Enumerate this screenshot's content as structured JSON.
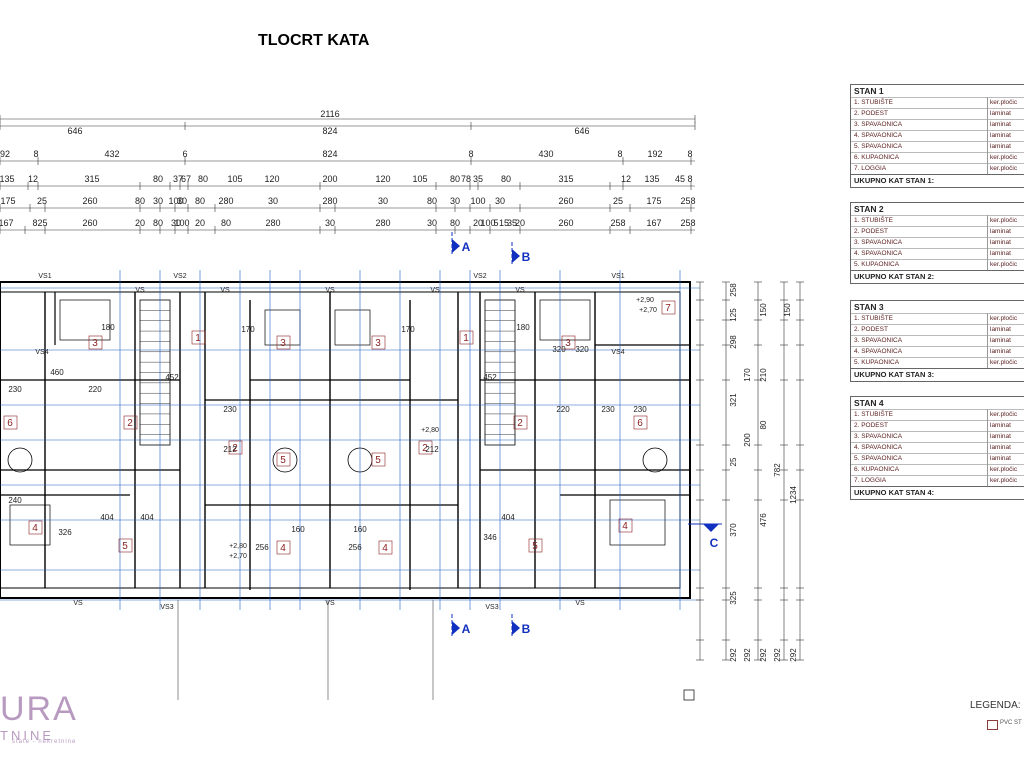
{
  "title": "TLOCRT KATA",
  "dims": {
    "total": "2116",
    "row1": [
      "646",
      "824",
      "646"
    ],
    "row2": [
      "92",
      "8",
      "432",
      "6",
      "824",
      "8",
      "430",
      "8",
      "192",
      "8"
    ],
    "row3": [
      "135",
      "12",
      "315",
      "80",
      "37",
      "67",
      "80",
      "105",
      "120",
      "200",
      "120",
      "105",
      "80",
      "78",
      "35",
      "80",
      "315",
      "12",
      "135",
      "45",
      "8"
    ],
    "row4": [
      "175",
      "25",
      "260",
      "80",
      "30",
      "100",
      "30",
      "80",
      "280",
      "30",
      "280",
      "30",
      "80",
      "30",
      "100",
      "30",
      "260",
      "25",
      "175",
      "258"
    ],
    "row5": [
      "167",
      "825",
      "260",
      "20",
      "80",
      "30",
      "100",
      "20",
      "80",
      "280",
      "30",
      "280",
      "30",
      "80",
      "20",
      "100",
      "5",
      "15",
      "35",
      "20",
      "260",
      "258",
      "167",
      "258"
    ],
    "right": [
      "258",
      "150",
      "150",
      "125",
      "298",
      "170",
      "210",
      "321",
      "80",
      "200",
      "25",
      "782",
      "476",
      "1234",
      "370",
      "325",
      "292",
      "292",
      "292",
      "292",
      "292"
    ]
  },
  "section_marks": [
    "A",
    "B",
    "A",
    "B",
    "C"
  ],
  "plan_labels": {
    "vs": [
      "VS1",
      "VS2",
      "VS2",
      "VS1",
      "VS",
      "VS",
      "VS",
      "VS",
      "VS",
      "VS4",
      "VS4",
      "VS3",
      "VS3",
      "VS",
      "VS",
      "VS"
    ],
    "rooms": [
      "1",
      "2",
      "3",
      "4",
      "5",
      "6",
      "7"
    ],
    "levels": [
      "+2,90",
      "+2,70",
      "+2,80",
      "+2,70",
      "+2,80"
    ],
    "measures": [
      "460",
      "230",
      "220",
      "230",
      "230",
      "240",
      "160",
      "160",
      "170",
      "170",
      "212",
      "212",
      "404",
      "404",
      "326",
      "256",
      "256",
      "346",
      "404",
      "180",
      "180",
      "320",
      "320",
      "452",
      "452",
      "220",
      "230"
    ]
  },
  "stan_tables": [
    {
      "title": "STAN 1",
      "rows": [
        {
          "name": "1. STUBIŠTE",
          "material": "ker.pločic"
        },
        {
          "name": "2. PODEST",
          "material": "laminat"
        },
        {
          "name": "3. SPAVAONICA",
          "material": "laminat"
        },
        {
          "name": "4. SPAVAONICA",
          "material": "laminat"
        },
        {
          "name": "5. SPAVAONICA",
          "material": "laminat"
        },
        {
          "name": "6. KUPAONICA",
          "material": "ker.pločic"
        },
        {
          "name": "7. LOGGIA",
          "material": "ker.pločic"
        }
      ],
      "total": "UKUPNO KAT STAN 1:"
    },
    {
      "title": "STAN 2",
      "rows": [
        {
          "name": "1. STUBIŠTE",
          "material": "ker.pločic"
        },
        {
          "name": "2. PODEST",
          "material": "laminat"
        },
        {
          "name": "3. SPAVAONICA",
          "material": "laminat"
        },
        {
          "name": "4. SPAVAONICA",
          "material": "laminat"
        },
        {
          "name": "5. KUPAONICA",
          "material": "ker.pločic"
        }
      ],
      "total": "UKUPNO KAT STAN 2:"
    },
    {
      "title": "STAN 3",
      "rows": [
        {
          "name": "1. STUBIŠTE",
          "material": "ker.pločic"
        },
        {
          "name": "2. PODEST",
          "material": "laminat"
        },
        {
          "name": "3. SPAVAONICA",
          "material": "laminat"
        },
        {
          "name": "4. SPAVAONICA",
          "material": "laminat"
        },
        {
          "name": "5. KUPAONICA",
          "material": "ker.pločic"
        }
      ],
      "total": "UKUPNO KAT STAN 3:"
    },
    {
      "title": "STAN 4",
      "rows": [
        {
          "name": "1. STUBIŠTE",
          "material": "ker.pločic"
        },
        {
          "name": "2. PODEST",
          "material": "laminat"
        },
        {
          "name": "3. SPAVAONICA",
          "material": "laminat"
        },
        {
          "name": "4. SPAVAONICA",
          "material": "laminat"
        },
        {
          "name": "5. SPAVAONICA",
          "material": "laminat"
        },
        {
          "name": "6. KUPAONICA",
          "material": "ker.pločic"
        },
        {
          "name": "7. LOGGIA",
          "material": "ker.pločic"
        }
      ],
      "total": "UKUPNO KAT STAN 4:"
    }
  ],
  "legend": {
    "label": "LEGENDA:",
    "item": "PVC ST"
  },
  "logo": {
    "main": "URA",
    "sub": "TNINE",
    "tagline": "state - nekretnine"
  },
  "colors": {
    "wall": "#000000",
    "dim": "#333333",
    "blueline": "#1f5fc4",
    "room": "#8b1e1e",
    "marker": "#1230c0",
    "logo": "#b89ac0"
  }
}
